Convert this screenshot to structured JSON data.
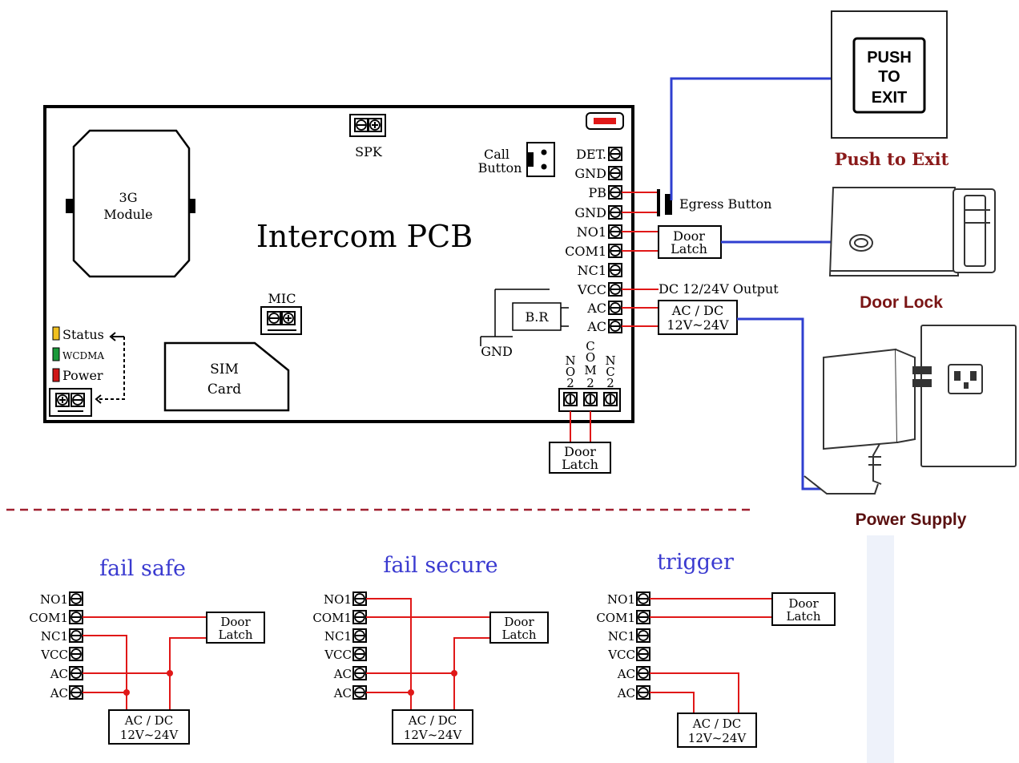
{
  "board": {
    "title": "Intercom PCB",
    "module_3g": [
      "3G",
      "Module"
    ],
    "spk": "SPK",
    "mic": "MIC",
    "sim": [
      "SIM",
      "Card"
    ],
    "call_button": [
      "Call",
      "Button"
    ],
    "leds": [
      "Status",
      "WCDMA",
      "Power"
    ],
    "led_colors": [
      "#f0c020",
      "#1a9a3a",
      "#d01818"
    ],
    "br": "B.R",
    "gnd": "GND",
    "terminals": [
      "DET.",
      "GND",
      "PB",
      "GND",
      "NO1",
      "COM1",
      "NC1",
      "VCC",
      "AC",
      "AC"
    ],
    "bottom_terminals": [
      [
        "N",
        "O",
        "2"
      ],
      [
        "C",
        "O",
        "M",
        "2"
      ],
      [
        "N",
        "C",
        "2"
      ]
    ]
  },
  "wiring": {
    "egress": "Egress Button",
    "door_latch": [
      "Door",
      "Latch"
    ],
    "dc_output": "DC 12/24V Output",
    "acdc": [
      "AC / DC",
      "12V~24V"
    ]
  },
  "devices": {
    "push_button": [
      "PUSH",
      "TO",
      "EXIT"
    ],
    "push_label": "Push to Exit",
    "lock_label": "Door Lock",
    "power_label": "Power Supply",
    "label_colors": {
      "push": "#8a1a1a",
      "lock": "#7a1515",
      "power": "#5a1010"
    }
  },
  "modes": [
    {
      "title": "fail safe"
    },
    {
      "title": "fail secure"
    },
    {
      "title": "trigger"
    }
  ],
  "mode_terminals": [
    "NO1",
    "COM1",
    "NC1",
    "VCC",
    "AC",
    "AC"
  ],
  "colors": {
    "wire_red": "#e01818",
    "wire_blue": "#2f3fd0",
    "title_blue": "#3a3ad0",
    "divider": "#a02030"
  }
}
